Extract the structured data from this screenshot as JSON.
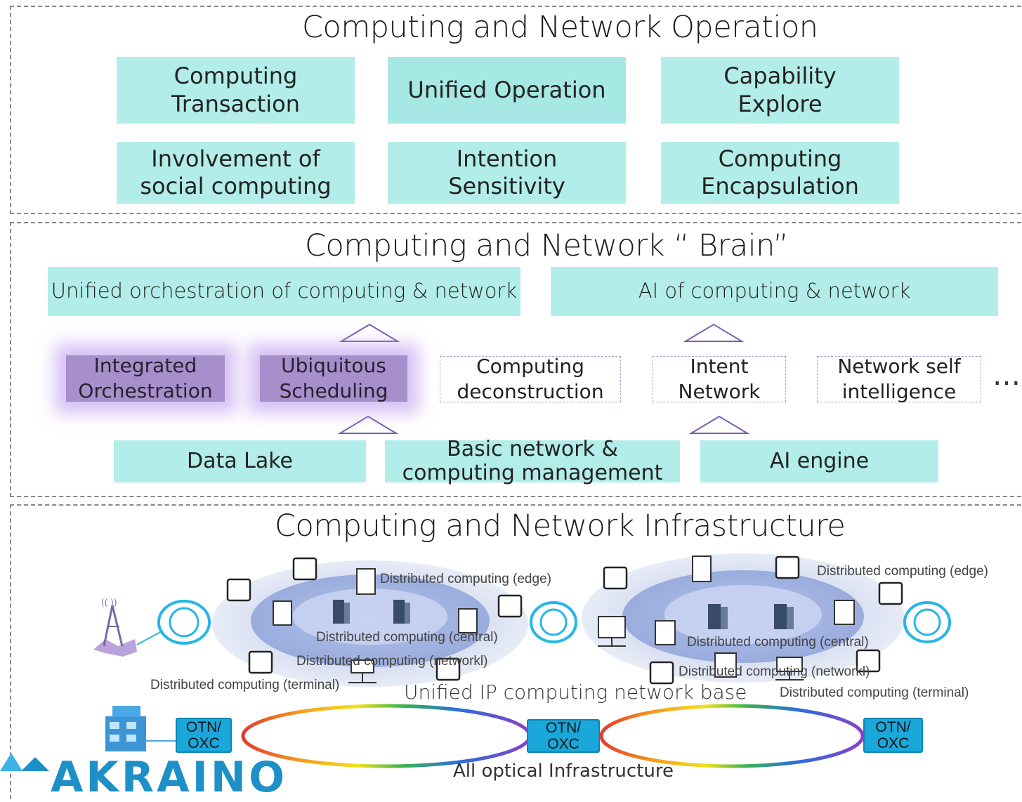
{
  "operation": {
    "title": "Computing and Network Operation",
    "boxes": [
      "Computing\nTransaction",
      "Unified Operation",
      "Capability\nExplore",
      "Involvement of\nsocial computing",
      "Intention\nSensitivity",
      "Computing\nEncapsulation"
    ]
  },
  "brain": {
    "title": "Computing and Network “ Brain”",
    "top_boxes": [
      "Unified orchestration of computing & network",
      "AI of computing & network"
    ],
    "highlighted": [
      "Integrated\nOrchestration",
      "Ubiquitous\nScheduling"
    ],
    "dashed": [
      "Computing\ndeconstruction",
      "Intent\nNetwork",
      "Network self\nintelligence"
    ],
    "ellipsis": "…",
    "base_boxes": [
      "Data Lake",
      "Basic network &\ncomputing management",
      "AI engine"
    ]
  },
  "infrastructure": {
    "title": "Computing and Network Infrastructure",
    "left_labels": {
      "edge": "Distributed computing  (edge)",
      "central": "Distributed computing  (central)",
      "network": "Distributed computing  (networkl)",
      "terminal": "Distributed computing  (terminal)"
    },
    "right_labels": {
      "edge": "Distributed computing  (edge)",
      "central": "Distributed computing  (central)",
      "network": "Distributed computing  (networkl)",
      "terminal": "Distributed computing  (terminal)"
    },
    "ip_base": "Unified IP computing network base",
    "otn": [
      "OTN/\nOXC",
      "OTN/\nOXC",
      "OTN/\nOXC"
    ],
    "optical": "All optical  Infrastructure",
    "enterprise_sign": "Enterprise"
  },
  "logo": {
    "text": "AKRAINO"
  },
  "colors": {
    "box": "#b2ede9",
    "purple": "#a78fcb",
    "otn": "#1aa7d9",
    "logo": "#1e90c8"
  }
}
